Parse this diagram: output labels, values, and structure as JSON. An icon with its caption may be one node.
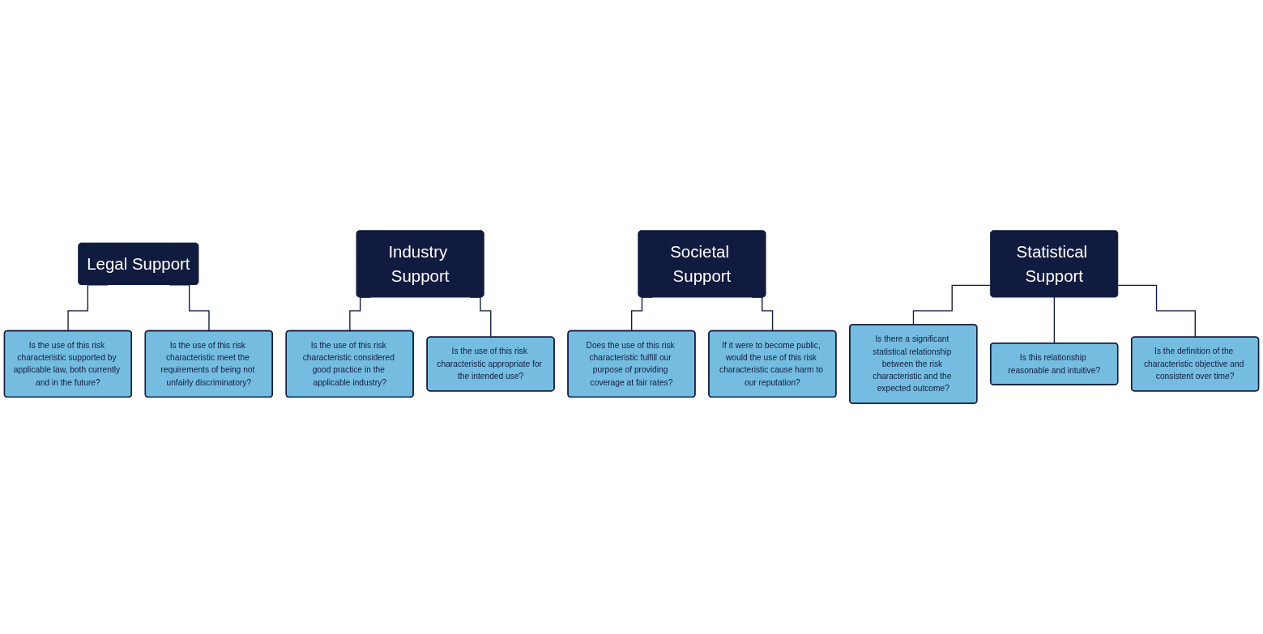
{
  "diagram": {
    "nodes": [
      {
        "text": [
          "Legal Support"
        ]
      },
      {
        "text": [
          "Is the use of this risk characteristic supported by applicable law, both currently and in the future?"
        ]
      },
      {
        "text": [
          "Is the use of this risk characteristic meet the requirements of being not unfairly discriminatory?"
        ]
      },
      {
        "text": [
          "Industry Support"
        ]
      },
      {
        "text": [
          "Is the use of this risk characteristic considered good practice in the applicable industry?"
        ]
      },
      {
        "text": [
          "Is the use of this risk characteristic appropriate for the intended use?"
        ]
      },
      {
        "text": [
          "Societal Support"
        ]
      },
      {
        "text": [
          "Does the use of this risk characteristic fulfill our purpose of providing coverage at fair rates?"
        ]
      },
      {
        "text": [
          "If it were to become public, would the use of this risk characteristic cause harm to our reputation?"
        ]
      },
      {
        "text": [
          "Statistical Support"
        ]
      },
      {
        "text": [
          "Is there a significant statistical relationship between the risk characteristic and the expected outcome?"
        ]
      },
      {
        "text": [
          "Is this relationship reasonable and intuitive?"
        ]
      },
      {
        "text": [
          "Is the definition of the characteristic objective and consistent over time?"
        ]
      }
    ],
    "edges": [
      {
        "from": 0,
        "to": 1,
        "arrow": "none"
      },
      {
        "from": 0,
        "to": 2,
        "arrow": "none"
      },
      {
        "from": 3,
        "to": 4,
        "arrow": "none"
      },
      {
        "from": 3,
        "to": 5,
        "arrow": "none"
      },
      {
        "from": 6,
        "to": 7,
        "arrow": "none"
      },
      {
        "from": 6,
        "to": 8,
        "arrow": "none"
      },
      {
        "from": 9,
        "to": 10,
        "arrow": "none"
      },
      {
        "from": 9,
        "to": 11,
        "arrow": "none"
      },
      {
        "from": 9,
        "to": 12,
        "arrow": "none"
      }
    ]
  }
}
